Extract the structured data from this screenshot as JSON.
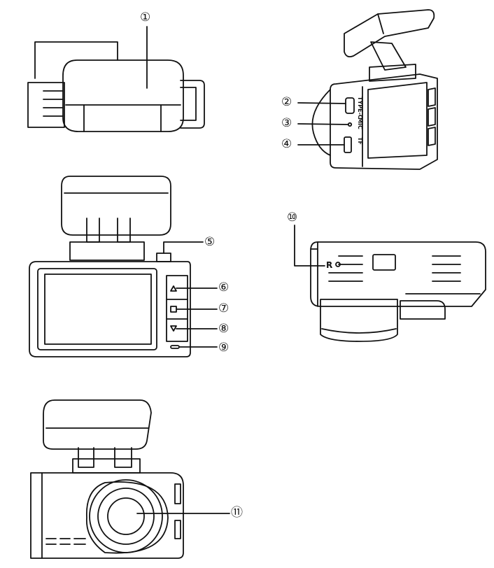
{
  "callouts": [
    "①",
    "②",
    "③",
    "④",
    "⑤",
    "⑥",
    "⑦",
    "⑧",
    "⑨",
    "⑩",
    "⑪"
  ],
  "device_labels": {
    "type_c": "TYPE-C",
    "mic": "MIC",
    "tf": "TF",
    "r_port": "R"
  },
  "colors": {
    "stroke": "#111111",
    "background": "#ffffff",
    "fill": "#ffffff"
  }
}
